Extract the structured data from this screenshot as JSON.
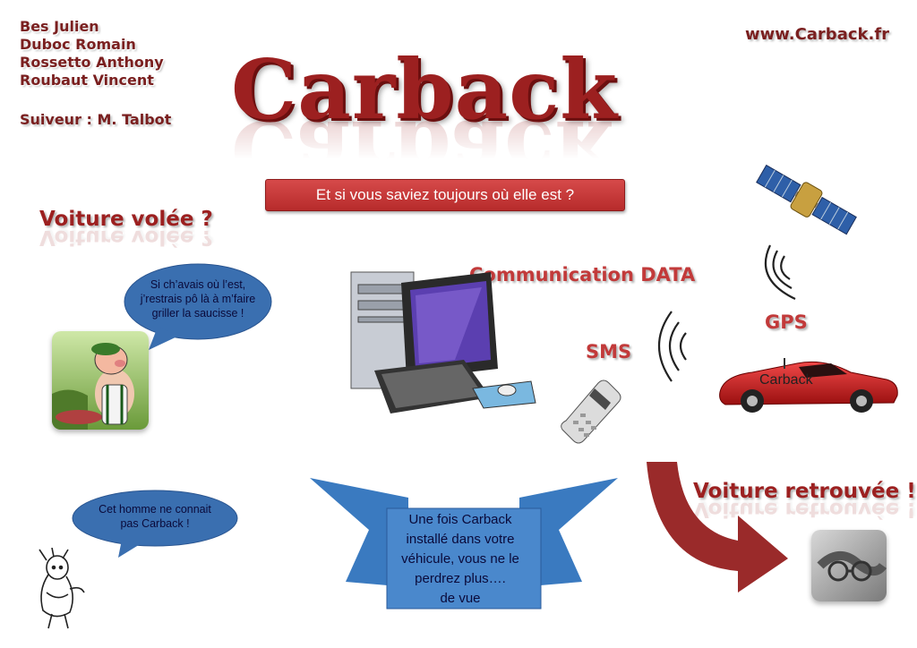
{
  "authors": [
    "Bes Julien",
    "Duboc Romain",
    "Rossetto Anthony",
    "Roubaut Vincent"
  ],
  "tutor": "Suiveur : M. Talbot",
  "website": "www.Carback.fr",
  "logo_text": "Carback",
  "tagline": "Et si vous saviez toujours où elle est ?",
  "headings": {
    "stolen": "Voiture volée ?",
    "found": "Voiture retrouvée !",
    "communication": "Communication DATA",
    "gps": "GPS",
    "sms": "SMS"
  },
  "bubbles": {
    "thief": [
      "Si ch’avais où l’est,",
      "j’restrais pô là à m’faire",
      "griller la saucisse !"
    ],
    "owner": [
      "Cet homme ne connait",
      "pas Carback !"
    ]
  },
  "ribbon_lines": [
    "Une fois Carback",
    "installé dans votre",
    "véhicule, vous ne le",
    "perdrez plus….",
    "de vue"
  ],
  "car_label": "Carback",
  "colors": {
    "brand_red": "#9c2020",
    "tagline_bg": "#c23a3a",
    "bubble_blue": "#3a6fb0",
    "arrow_red": "#9a2a2a"
  }
}
